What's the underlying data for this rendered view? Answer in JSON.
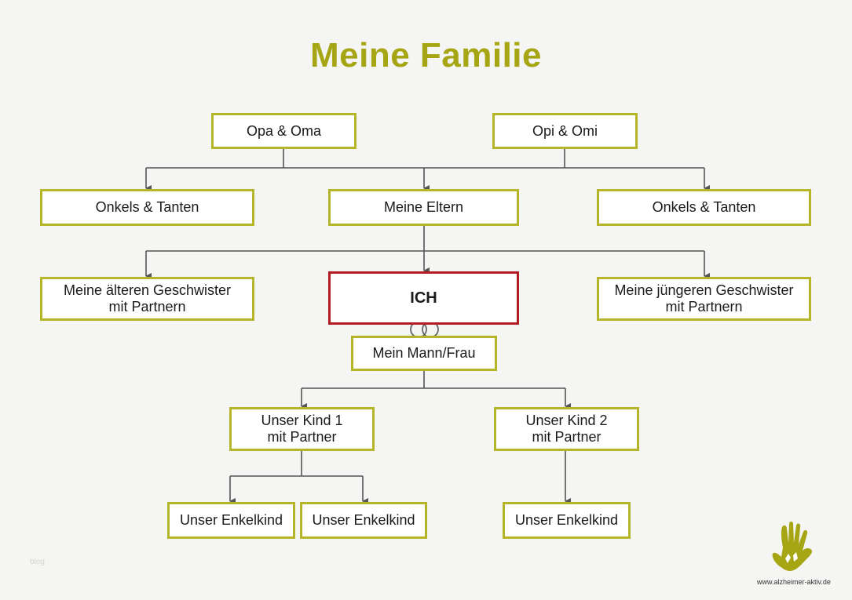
{
  "title": "Meine Familie",
  "nodes": {
    "opa_oma": "Opa & Oma",
    "opi_omi": "Opi & Omi",
    "onkels_left": "Onkels & Tanten",
    "eltern": "Meine Eltern",
    "onkels_right": "Onkels & Tanten",
    "older_siblings": "Meine älteren Geschwister\nmit Partnern",
    "ich": "ICH",
    "younger_siblings": "Meine jüngeren Geschwister\nmit Partnern",
    "partner": "Mein Mann/Frau",
    "kind1": "Unser Kind 1\nmit Partner",
    "kind2": "Unser Kind 2\nmit Partner",
    "enkel1": "Unser Enkelkind",
    "enkel2": "Unser Enkelkind",
    "enkel3": "Unser Enkelkind"
  },
  "watermark": "blog",
  "website": "www.alzheimer-aktiv.de",
  "colors": {
    "title": "#a6a614",
    "box_border": "#b5b52a",
    "self_border": "#b01e23",
    "connector": "#555555",
    "logo": "#a6a614"
  },
  "icons": {
    "rings": "wedding-rings-icon",
    "logo": "hand-print-logo"
  }
}
